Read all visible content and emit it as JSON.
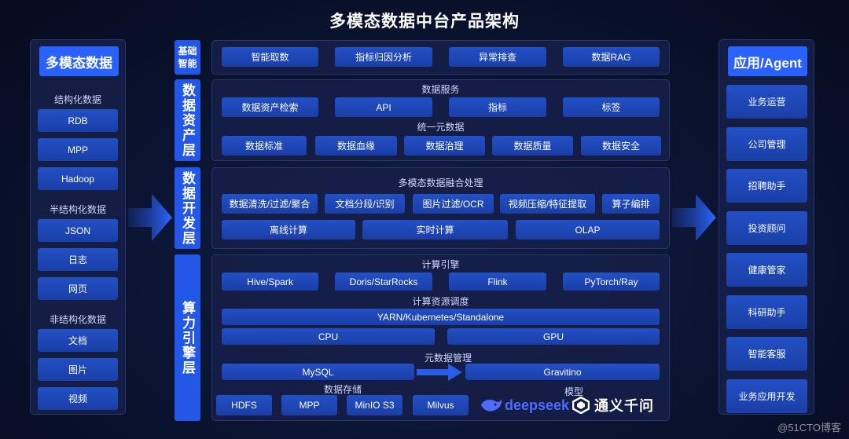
{
  "title": "多模态数据中台产品架构",
  "left": {
    "header": "多模态数据",
    "sections": [
      {
        "label": "结构化数据",
        "items": [
          "RDB",
          "MPP",
          "Hadoop"
        ]
      },
      {
        "label": "半结构化数据",
        "items": [
          "JSON",
          "日志",
          "网页"
        ]
      },
      {
        "label": "非结构化数据",
        "items": [
          "文档",
          "图片",
          "视频"
        ]
      }
    ]
  },
  "right": {
    "header": "应用/Agent",
    "items": [
      "业务运营",
      "公司管理",
      "招聘助手",
      "投资顾问",
      "健康管家",
      "科研助手",
      "智能客服",
      "业务应用开发"
    ]
  },
  "layers": {
    "basic": {
      "label_line1": "基础",
      "label_line2": "智能",
      "items": [
        "智能取数",
        "指标归因分析",
        "异常排查",
        "数据RAG"
      ]
    },
    "asset": {
      "label": "数据资产层",
      "service_label": "数据服务",
      "services": [
        "数据资产检索",
        "API",
        "指标",
        "标签"
      ],
      "meta_label": "统一元数据",
      "meta": [
        "数据标准",
        "数据血缘",
        "数据治理",
        "数据质量",
        "数据安全"
      ]
    },
    "dev": {
      "label": "数据开发层",
      "fusion_label": "多模态数据融合处理",
      "fusion": [
        "数据清洗/过滤/聚合",
        "文档分段/识别",
        "图片过滤/OCR",
        "视频压缩/特征提取",
        "算子编排"
      ],
      "compute": [
        "离线计算",
        "实时计算",
        "OLAP"
      ]
    },
    "engine": {
      "label": "算力引擎层",
      "engine_label": "计算引擎",
      "engines": [
        "Hive/Spark",
        "Doris/StarRocks",
        "Flink",
        "PyTorch/Ray"
      ],
      "sched_label": "计算资源调度",
      "sched": "YARN/Kubernetes/Standalone",
      "cpu": "CPU",
      "gpu": "GPU",
      "meta_label": "元数据管理",
      "mysql": "MySQL",
      "gravitino": "Gravitino",
      "storage_label": "数据存储",
      "storage": [
        "HDFS",
        "MPP",
        "MinIO S3",
        "Milvus"
      ],
      "model_label": "模型",
      "model_deepseek": "deepseek",
      "model_qwen": "通义千问"
    }
  },
  "watermark": "@51CTO博客",
  "colors": {
    "button": "#1f47b8",
    "accent": "#2a62ff",
    "arrow": "#2b5ce6"
  }
}
